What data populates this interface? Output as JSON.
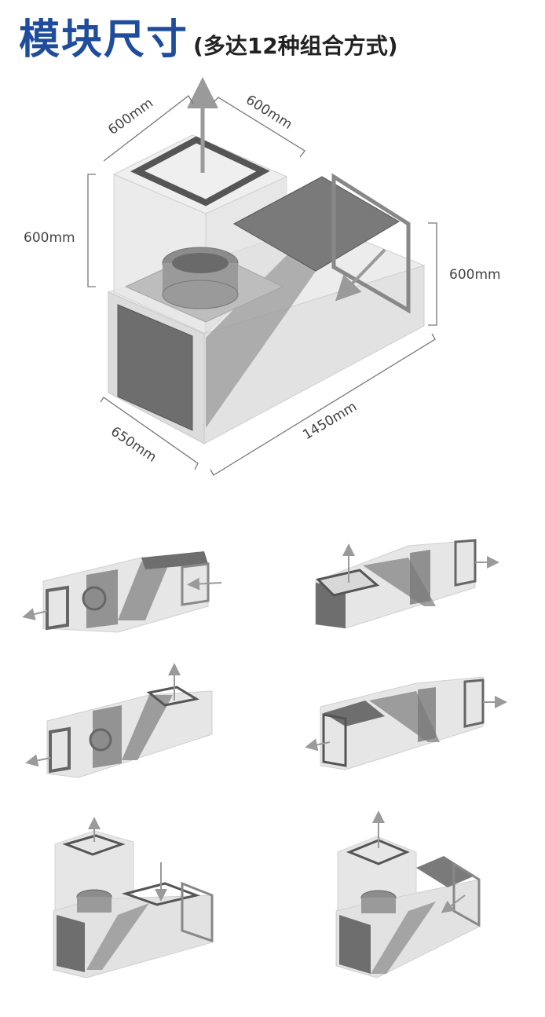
{
  "header": {
    "title": "模块尺寸",
    "subtitle": "(多达12种组合方式)"
  },
  "dimensions": {
    "top_left": "600mm",
    "top_right": "600mm",
    "left_height": "600mm",
    "right_height": "600mm",
    "depth": "650mm",
    "length": "1450mm"
  },
  "colors": {
    "title": "#1f4d9c",
    "box_fill": "#e4e4e4",
    "box_stroke": "#c6c6c6",
    "panel_dark": "#6e6e6e",
    "dim_line": "#777777"
  }
}
